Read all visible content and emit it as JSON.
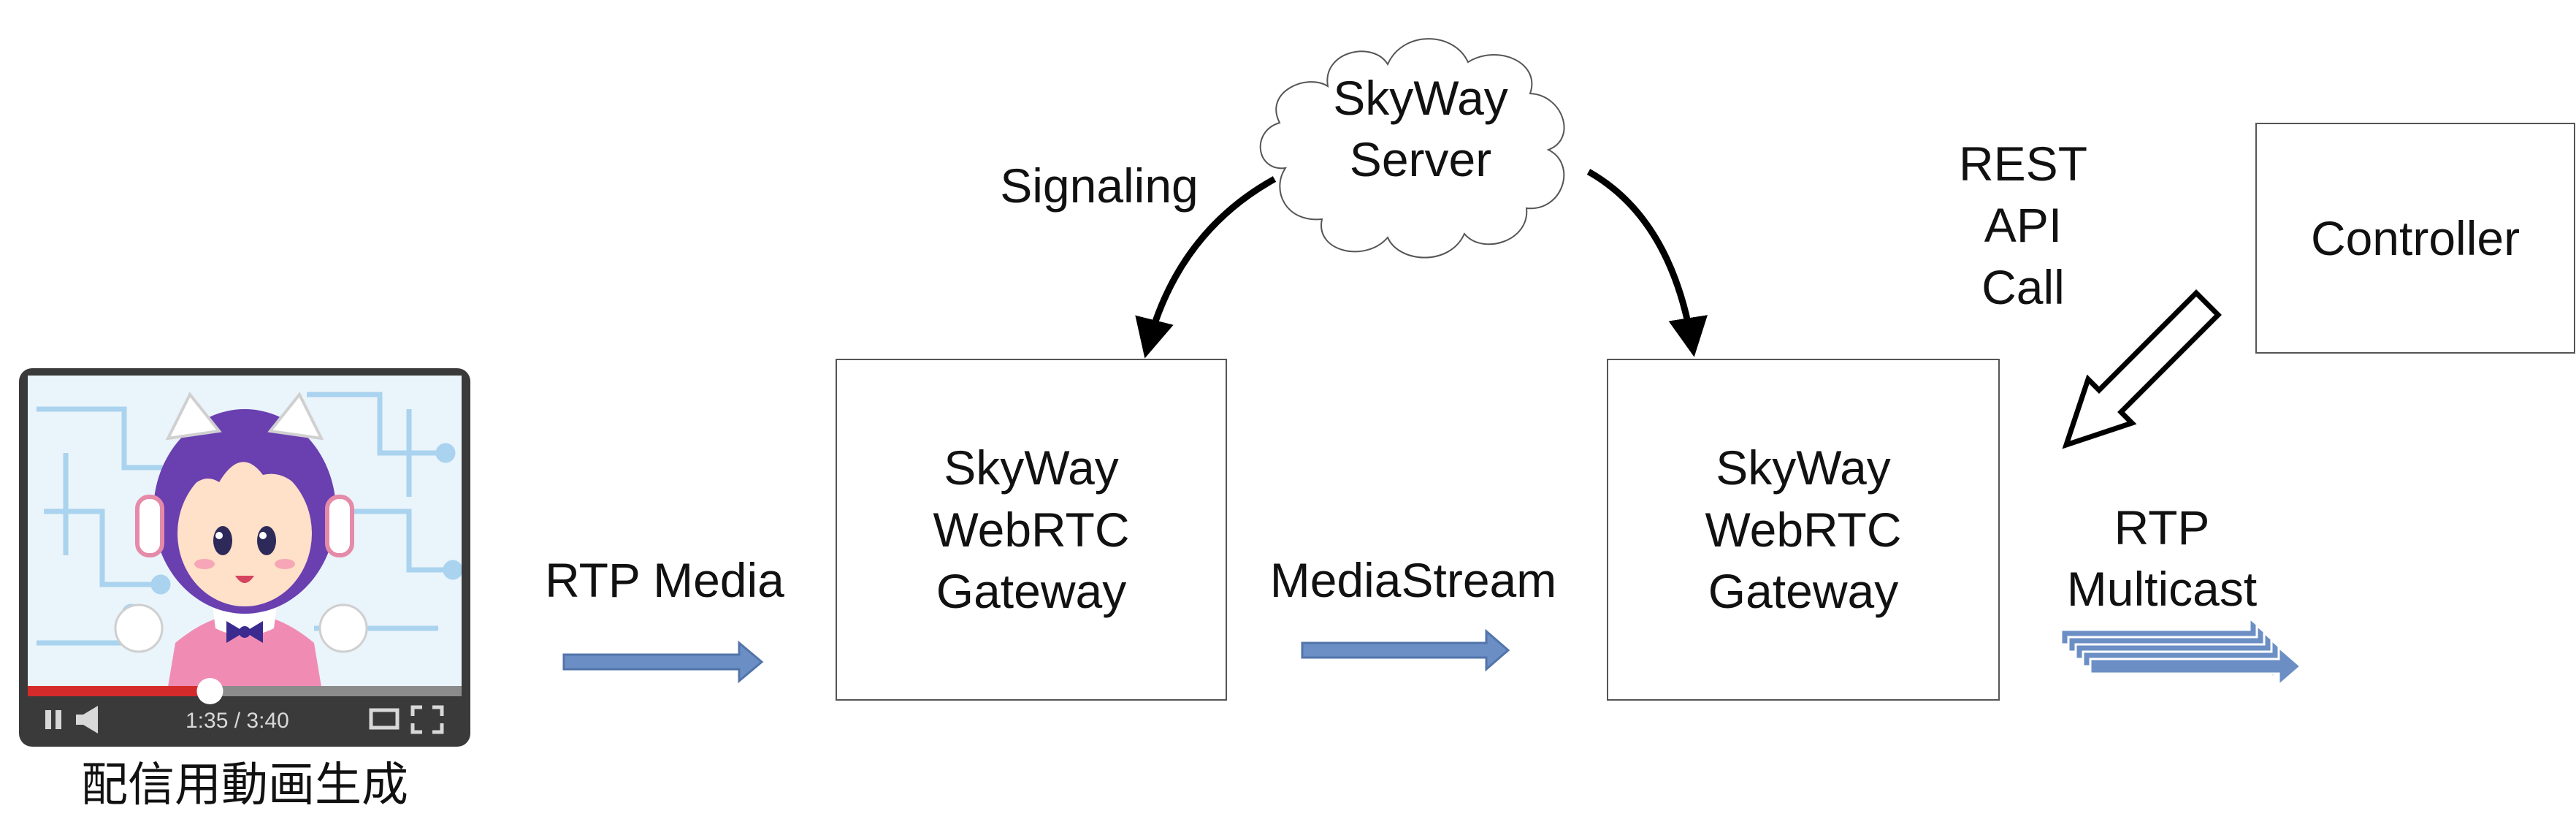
{
  "video": {
    "time_current": "1:35",
    "time_total": "3:40",
    "caption": "配信用動画生成",
    "progress": 0.42
  },
  "edges": {
    "rtp_media": "RTP Media",
    "media_stream": "MediaStream",
    "signaling": "Signaling",
    "rest_api": [
      "REST",
      "API",
      "Call"
    ],
    "rtp_multicast": [
      "RTP",
      "Multicast"
    ]
  },
  "nodes": {
    "server": [
      "SkyWay",
      "Server"
    ],
    "gateway_a": [
      "SkyWay",
      "WebRTC",
      "Gateway"
    ],
    "gateway_b": [
      "SkyWay",
      "WebRTC",
      "Gateway"
    ],
    "controller": "Controller"
  },
  "colors": {
    "arrow_fill": "#6b8fc4",
    "arrow_stroke": "#5274ab",
    "video_frame": "#3a3a3a",
    "progress_red": "#d42a2a"
  },
  "icons": [
    "video-player-icon",
    "play-pause-icon",
    "volume-icon",
    "theater-icon",
    "fullscreen-icon"
  ]
}
